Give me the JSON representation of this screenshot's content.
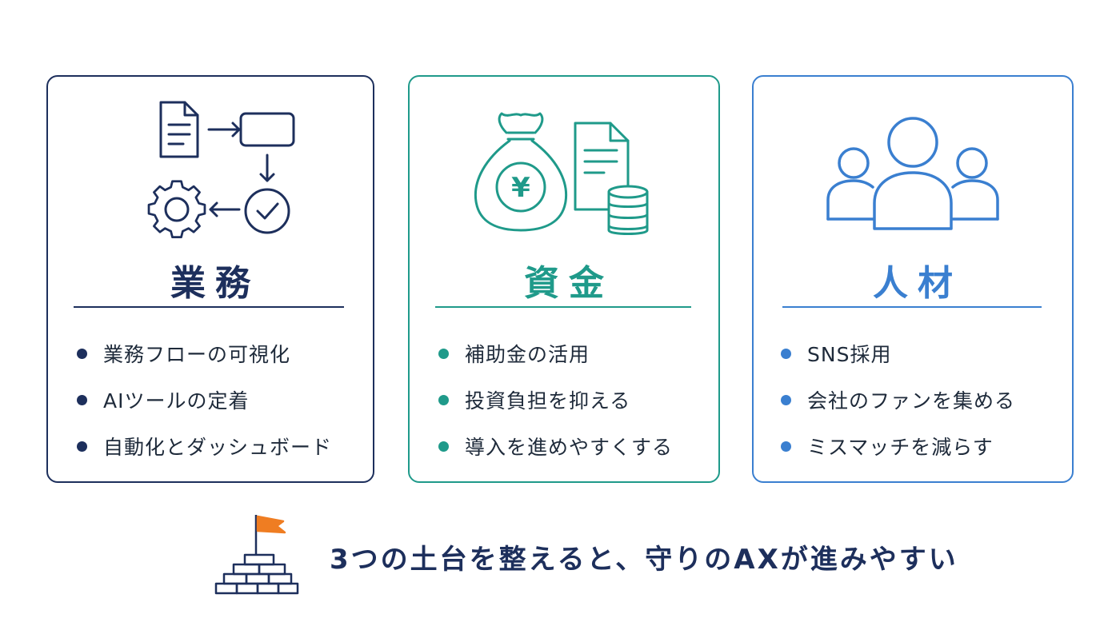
{
  "cards": [
    {
      "title": "業務",
      "items": [
        "業務フローの可視化",
        "AIツールの定着",
        "自動化とダッシュボード"
      ],
      "icon": "workflow-icon",
      "color": "#1d2f5c"
    },
    {
      "title": "資金",
      "items": [
        "補助金の活用",
        "投資負担を抑える",
        "導入を進めやすくする"
      ],
      "icon": "money-bag-yen-icon",
      "color": "#1f9a8a",
      "icon_text": "¥"
    },
    {
      "title": "人材",
      "items": [
        "SNS採用",
        "会社のファンを集める",
        "ミスマッチを減らす"
      ],
      "icon": "people-group-icon",
      "color": "#3a7fd0"
    }
  ],
  "footer": {
    "text": "3つの土台を整えると、守りのAXが進みやすい",
    "icon": "foundation-flag-icon",
    "flag_color": "#ef7d22"
  }
}
